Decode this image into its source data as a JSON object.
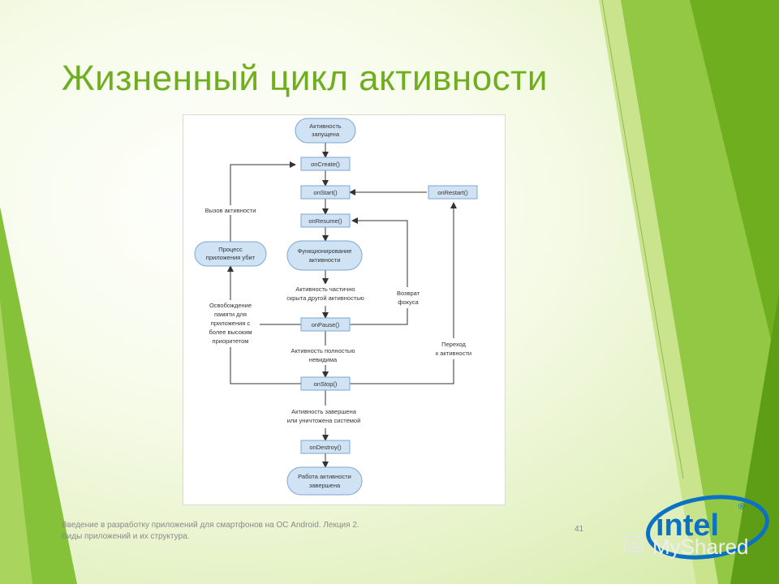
{
  "slide": {
    "title": "Жизненный цикл активности",
    "footer_line1": "Введение в разработку приложений для смартфонов на ОС Android. Лекция 2.",
    "footer_line2": "Виды приложений и их структура.",
    "page_number": "41"
  },
  "logo": {
    "brand_text": "intel",
    "registered_mark": "®",
    "product_text": "MyShared"
  },
  "colors": {
    "title": "#6fae1e",
    "accent_green": "#7cbb2b",
    "node_fill": "#cfe3f5",
    "node_stroke": "#7fa6cf",
    "intel_blue": "#0a71c5"
  },
  "diagram": {
    "nodes": [
      {
        "id": "activity_started",
        "shape": "pill",
        "lines": [
          "Активность",
          "запущена"
        ]
      },
      {
        "id": "on_create",
        "shape": "rect",
        "lines": [
          "onCreate()"
        ]
      },
      {
        "id": "on_start",
        "shape": "rect",
        "lines": [
          "onStart()"
        ]
      },
      {
        "id": "on_restart",
        "shape": "rect",
        "lines": [
          "onRestart()"
        ]
      },
      {
        "id": "on_resume",
        "shape": "rect",
        "lines": [
          "onResume()"
        ]
      },
      {
        "id": "activity_running",
        "shape": "pill",
        "lines": [
          "Функционирование",
          "активности"
        ]
      },
      {
        "id": "process_killed",
        "shape": "pill",
        "lines": [
          "Процесс",
          "приложения убит"
        ]
      },
      {
        "id": "on_pause",
        "shape": "rect",
        "lines": [
          "onPause()"
        ]
      },
      {
        "id": "on_stop",
        "shape": "rect",
        "lines": [
          "onStop()"
        ]
      },
      {
        "id": "on_destroy",
        "shape": "rect",
        "lines": [
          "onDestroy()"
        ]
      },
      {
        "id": "activity_finished",
        "shape": "pill",
        "lines": [
          "Работа активности",
          "завершена"
        ]
      }
    ],
    "labels": [
      {
        "id": "call_activity",
        "lines": [
          "Вызов активности"
        ]
      },
      {
        "id": "partially_hidden",
        "lines": [
          "Активность частично",
          "скрыта другой активностью"
        ]
      },
      {
        "id": "focus_return",
        "lines": [
          "Возврат",
          "фокуса"
        ]
      },
      {
        "id": "memory_release",
        "lines": [
          "Освобождение",
          "памяти для",
          "приложения с",
          "более высоким",
          "приоритетом"
        ]
      },
      {
        "id": "fully_invisible",
        "lines": [
          "Активность полностью",
          "невидима"
        ]
      },
      {
        "id": "go_to_activity",
        "lines": [
          "Переход",
          "к активности"
        ]
      },
      {
        "id": "finished_or_destroyed",
        "lines": [
          "Активность завершена",
          "или уничтожена системой"
        ]
      }
    ]
  }
}
